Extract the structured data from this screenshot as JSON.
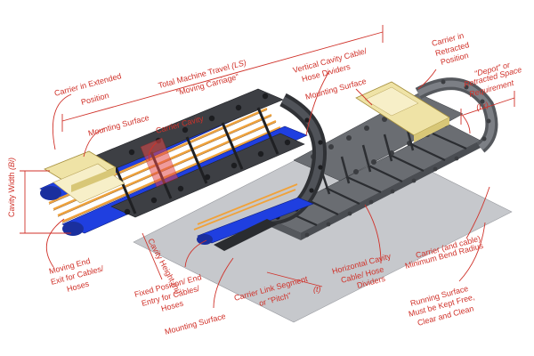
{
  "colors": {
    "label": "#d0322a",
    "chain_dark": "#3d3f44",
    "chain_light": "#6a6d72",
    "floor": "#c6c8cc",
    "bar_blue": "#1f3fe0",
    "cable_orange": "#f0a23a",
    "mount_plate": "#efe3a6"
  },
  "labels": {
    "total_travel_1": "Total Machine Travel",
    "total_travel_ls": "(LS)",
    "total_travel_2": "\"Moving Carriage\"",
    "extended_1": "Carrier in Extended",
    "extended_2": "Position",
    "mounting_surface_left": "Mounting Surface",
    "carrier_cavity": "Carrier Cavity",
    "cavity_width": "Cavity Width",
    "cavity_width_sym": "(Bi)",
    "moving_end_1": "Moving End",
    "moving_end_2": "Exit for Cables/",
    "moving_end_3": "Hoses",
    "cavity_height": "Cavity Height",
    "cavity_height_sym": "(hi)",
    "fixed_1": "Fixed Position/ End",
    "fixed_2": "Entry for Cables/",
    "fixed_3": "Hoses",
    "mounting_surface_bottom": "Mounting Surface",
    "link_segment_1": "Carrier Link Segment",
    "link_segment_2": "or \"Pitch\"",
    "link_segment_sym": "(t)",
    "vertical_div_1": "Vertical Cavity Cable/",
    "vertical_div_2": "Hose Dividers",
    "mounting_surface_right": "Mounting Surface",
    "retracted_1": "Carrier in",
    "retracted_2": "Retracted",
    "retracted_3": "Position",
    "depot_1": "\"Depot\" or",
    "depot_2": "Retracted Space",
    "depot_3": "Requirement",
    "depot_sym": "(Lr)",
    "horizontal_div_1": "Horizontal Cavity",
    "horizontal_div_2": "Cable/ Hose",
    "horizontal_div_3": "Dividers",
    "bend_1": "Carrier (and cable)",
    "bend_2": "Minimum Bend Radius",
    "running_1": "Running Surface",
    "running_2": "Must be Kept Free,",
    "running_3": "Clear and Clean"
  }
}
